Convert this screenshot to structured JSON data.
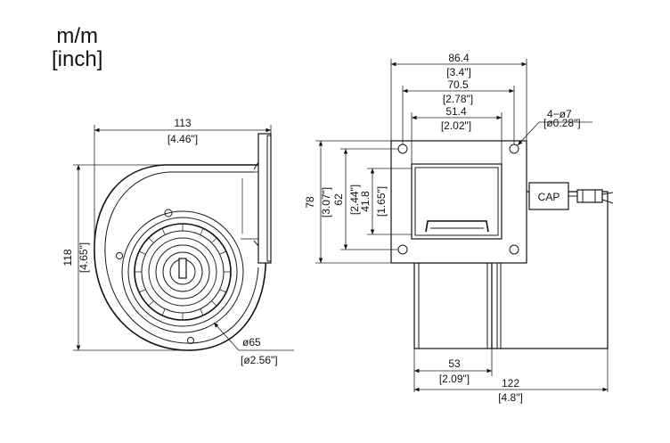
{
  "units": {
    "metric": "m/m",
    "imperial": "[inch]"
  },
  "front_view": {
    "width_mm": "113",
    "width_in": "[4.46\"]",
    "height_mm": "118",
    "height_in": "[4.65\"]",
    "inlet_dia_mm": "ø65",
    "inlet_dia_in": "[ø2.56\"]"
  },
  "side_view": {
    "flange_w_mm": "86.4",
    "flange_w_in": "[3.4\"]",
    "hole_pitch_w_mm": "70.5",
    "hole_pitch_w_in": "[2.78\"]",
    "outlet_w_mm": "51.4",
    "outlet_w_in": "[2.02\"]",
    "holes_label": "4−ø7",
    "holes_in": "[ø0.28\"]",
    "flange_h_mm": "78",
    "flange_h_in": "[3.07\"]",
    "hole_pitch_h_mm": "62",
    "hole_pitch_h_in": "[2.44\"]",
    "outlet_h_mm": "41.8",
    "outlet_h_in": "[1.65\"]",
    "body_w_mm": "53",
    "body_w_in": "[2.09\"]",
    "total_len_mm": "122",
    "total_len_in": "[4.8\"]",
    "cap_label": "CAP"
  }
}
